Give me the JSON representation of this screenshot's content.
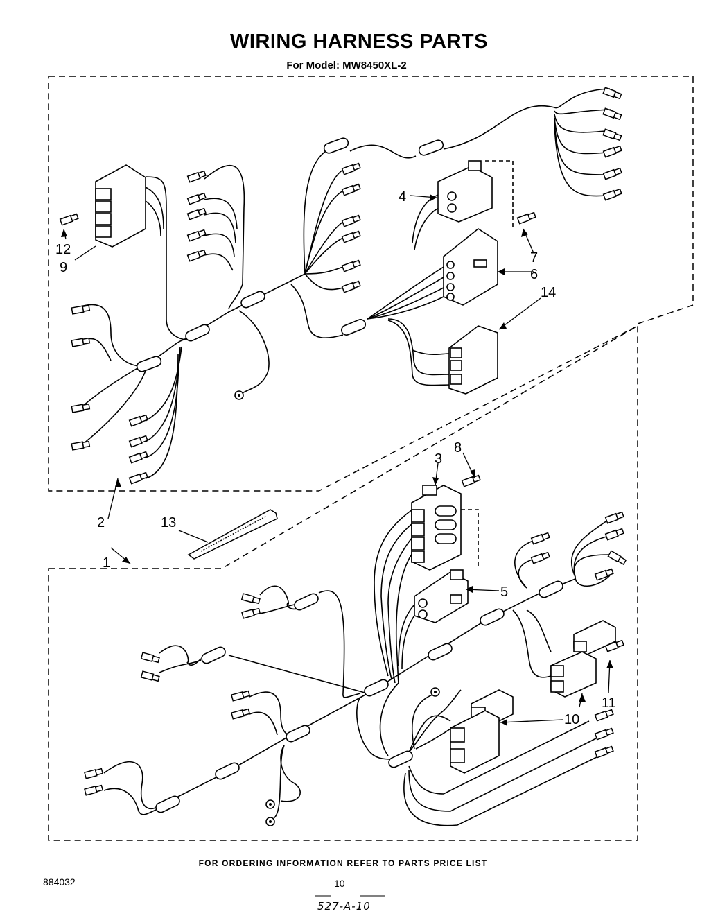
{
  "title": "WIRING HARNESS PARTS",
  "subtitle": "For Model: MW8450XL-2",
  "footer": "FOR ORDERING INFORMATION REFER TO PARTS PRICE LIST",
  "doc_number": "884032",
  "page_number": "10",
  "stamp": "527-A-10",
  "callouts": [
    "1",
    "2",
    "3",
    "4",
    "5",
    "6",
    "7",
    "8",
    "9",
    "10",
    "11",
    "12",
    "13",
    "14"
  ]
}
